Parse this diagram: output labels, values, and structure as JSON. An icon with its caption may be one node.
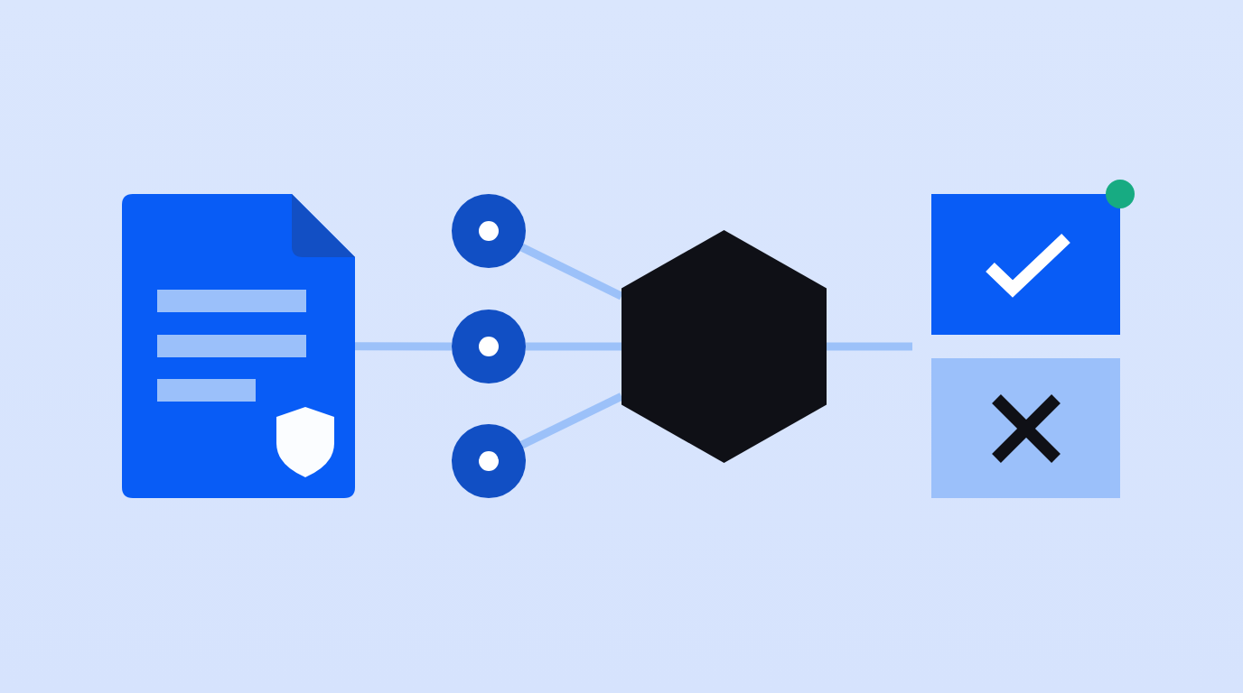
{
  "diagram": {
    "nodes": [
      {
        "text": [],
        "shape": "document"
      },
      {
        "text": [],
        "shape": "circle"
      },
      {
        "text": [],
        "shape": "circle"
      },
      {
        "text": [],
        "shape": "circle"
      },
      {
        "text": [],
        "shape": "hexagon"
      },
      {
        "text": [],
        "shape": "box"
      },
      {
        "text": [],
        "shape": "box"
      }
    ],
    "edges": [
      {
        "from": 0,
        "to": 2,
        "arrow": "none"
      },
      {
        "from": 1,
        "to": 4,
        "arrow": "none"
      },
      {
        "from": 2,
        "to": 4,
        "arrow": "none"
      },
      {
        "from": 3,
        "to": 4,
        "arrow": "none"
      },
      {
        "from": 4,
        "to": null,
        "arrow": "none"
      }
    ]
  }
}
